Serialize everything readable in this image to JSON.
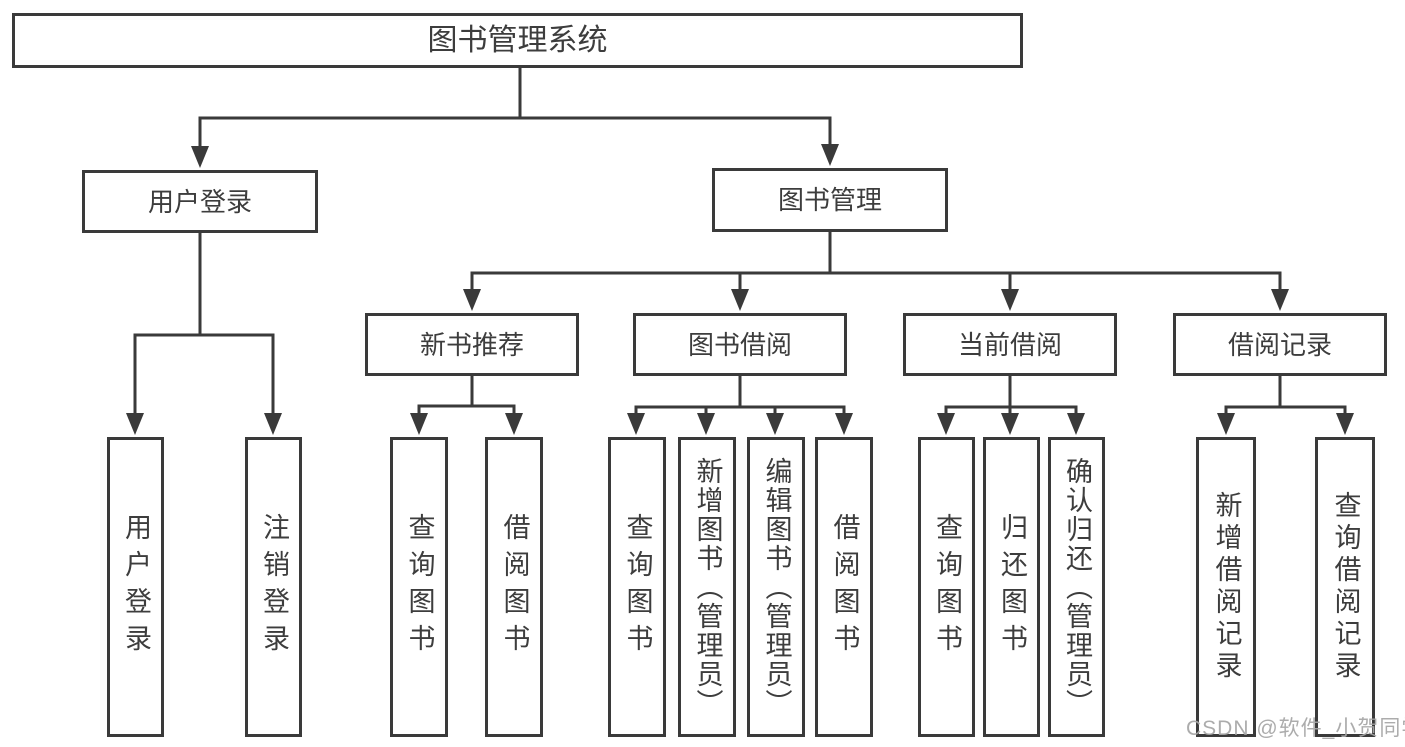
{
  "diagram": {
    "root": {
      "label": "图书管理系统"
    },
    "level2": [
      {
        "label": "用户登录"
      },
      {
        "label": "图书管理"
      }
    ],
    "level3": [
      {
        "label": "新书推荐"
      },
      {
        "label": "图书借阅"
      },
      {
        "label": "当前借阅"
      },
      {
        "label": "借阅记录"
      }
    ],
    "leaves": {
      "user_login": [
        "用户登录",
        "注销登录"
      ],
      "new_book": [
        "查询图书",
        "借阅图书"
      ],
      "book_borrow": [
        "查询图书",
        "新增图书（管理员）",
        "编辑图书（管理员）",
        "借阅图书"
      ],
      "current_borrow": [
        "查询图书",
        "归还图书",
        "确认归还（管理员）"
      ],
      "borrow_record": [
        "新增借阅记录",
        "查询借阅记录"
      ]
    },
    "colors": {
      "line": "#3a3a3a",
      "text": "#3d3d3d",
      "background": "#ffffff",
      "watermark": "#a6a6a6"
    },
    "watermark": {
      "text": "CSDN @软件_小贺同学"
    }
  }
}
